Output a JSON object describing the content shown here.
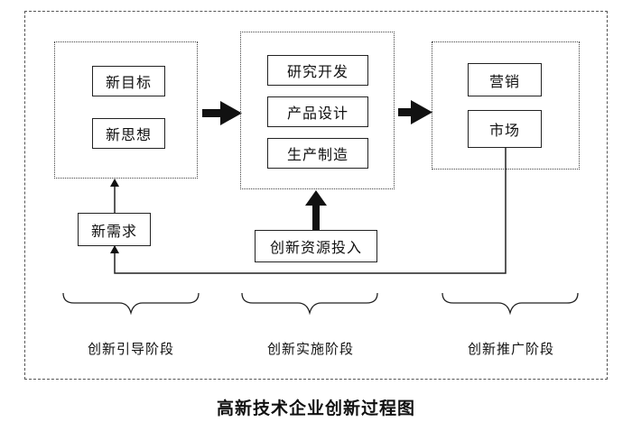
{
  "stage1": {
    "goal": "新目标",
    "idea": "新思想",
    "need": "新需求",
    "label": "创新引导阶段"
  },
  "stage2": {
    "rd": "研究开发",
    "design": "产品设计",
    "manufacture": "生产制造",
    "input": "创新资源投入",
    "label": "创新实施阶段"
  },
  "stage3": {
    "marketing": "营销",
    "market": "市场",
    "label": "创新推广阶段"
  },
  "caption": "高新技术企业创新过程图"
}
